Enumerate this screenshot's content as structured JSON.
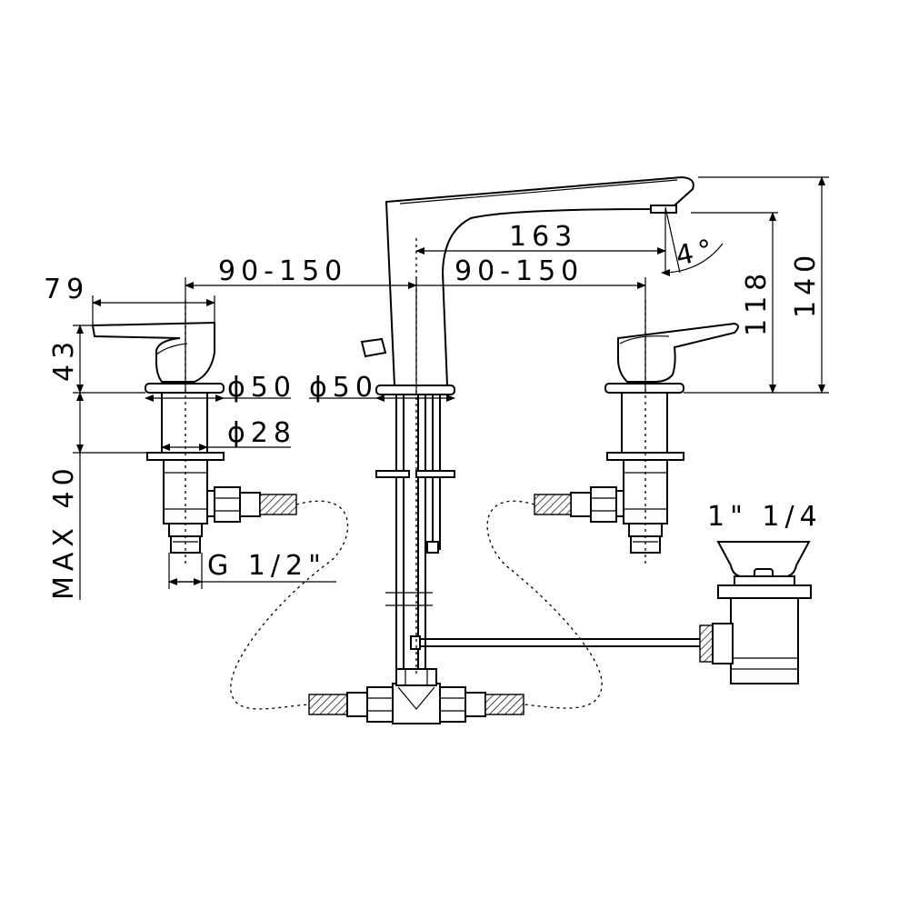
{
  "dimensions": {
    "handle_width": "79",
    "handle_height": "43",
    "spacing_left": "90-150",
    "spacing_right": "90-150",
    "spout_reach": "163",
    "spout_angle": "4°",
    "spout_outlet_height": "118",
    "total_height": "140",
    "base_diameter_valve": "ϕ50",
    "base_diameter_spout": "ϕ50",
    "shank_diameter": "ϕ28",
    "max_deck_thickness": "MAX 40",
    "connection_thread": "G 1/2\"",
    "waste_thread": "1\" 1/4"
  }
}
